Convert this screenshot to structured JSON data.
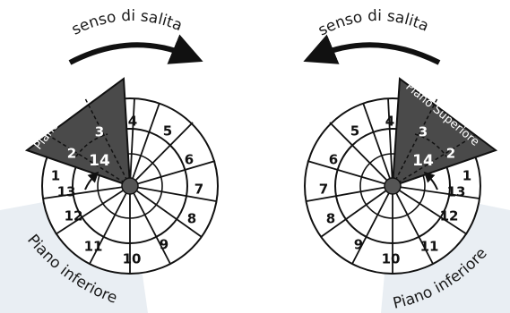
{
  "left": {
    "direction_label": "senso di salita",
    "upper_floor_label": "Piano Superiore",
    "lower_floor_label": "Piano inferiore",
    "step_numbers": [
      "1",
      "2",
      "3",
      "4",
      "5",
      "6",
      "7",
      "8",
      "9",
      "10",
      "11",
      "12",
      "13",
      "14"
    ]
  },
  "right": {
    "direction_label": "senso di salita",
    "upper_floor_label": "Piano Superiore",
    "lower_floor_label": "Piano inferiore",
    "step_numbers": [
      "1",
      "2",
      "3",
      "4",
      "5",
      "6",
      "7",
      "8",
      "9",
      "10",
      "11",
      "12",
      "13",
      "14"
    ]
  },
  "colors": {
    "dark_zone": "#4a4a4a",
    "light_zone": "#e9eef3",
    "stroke": "#111111"
  }
}
